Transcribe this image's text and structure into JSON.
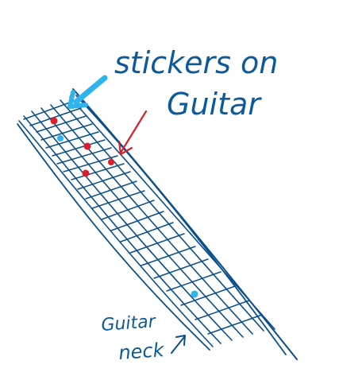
{
  "labels": {
    "stickers": "stickers on",
    "guitar": "Guitar",
    "neck_line1": "Guitar",
    "neck_line2": "neck"
  },
  "colors": {
    "ink": "#0b4f8a",
    "light_blue": "#2fb4ee",
    "red": "#d9202a"
  }
}
